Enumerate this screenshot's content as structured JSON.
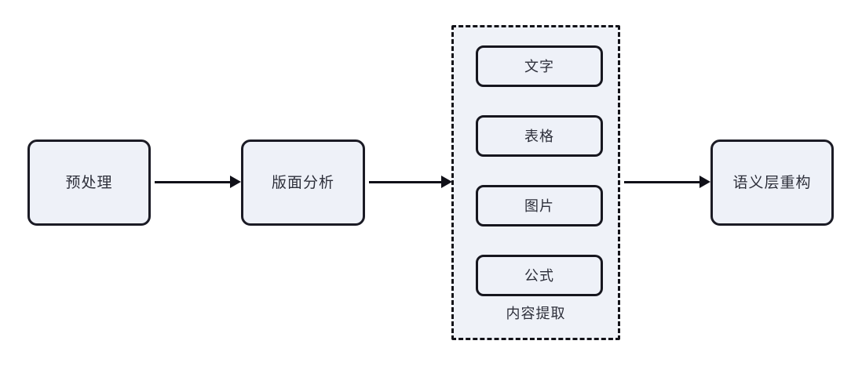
{
  "diagram": {
    "type": "flowchart",
    "orientation": "left-to-right",
    "colors": {
      "box_fill": "#eef1f8",
      "box_stroke": "#1b1b25",
      "group_fill": "#eff2f8",
      "group_stroke": "#121218",
      "arrow": "#101018",
      "text": "#2d2f3a",
      "background": "#ffffff"
    },
    "stages": [
      {
        "id": "preprocess",
        "label": "预处理"
      },
      {
        "id": "layout-analysis",
        "label": "版面分析"
      },
      {
        "id": "semantic-reconstruction",
        "label": "语义层重构"
      }
    ],
    "group": {
      "id": "content-extraction",
      "caption": "内容提取",
      "border_style": "dashed",
      "items": [
        {
          "id": "text",
          "label": "文字"
        },
        {
          "id": "table",
          "label": "表格"
        },
        {
          "id": "image",
          "label": "图片"
        },
        {
          "id": "formula",
          "label": "公式"
        }
      ]
    },
    "connections": [
      {
        "id": "arrow-1",
        "from": "preprocess",
        "to": "layout-analysis",
        "style": "solid-arrow"
      },
      {
        "id": "arrow-2",
        "from": "layout-analysis",
        "to": "content-extraction",
        "style": "solid-arrow"
      },
      {
        "id": "arrow-3",
        "from": "content-extraction",
        "to": "semantic-reconstruction",
        "style": "solid-arrow"
      }
    ]
  }
}
